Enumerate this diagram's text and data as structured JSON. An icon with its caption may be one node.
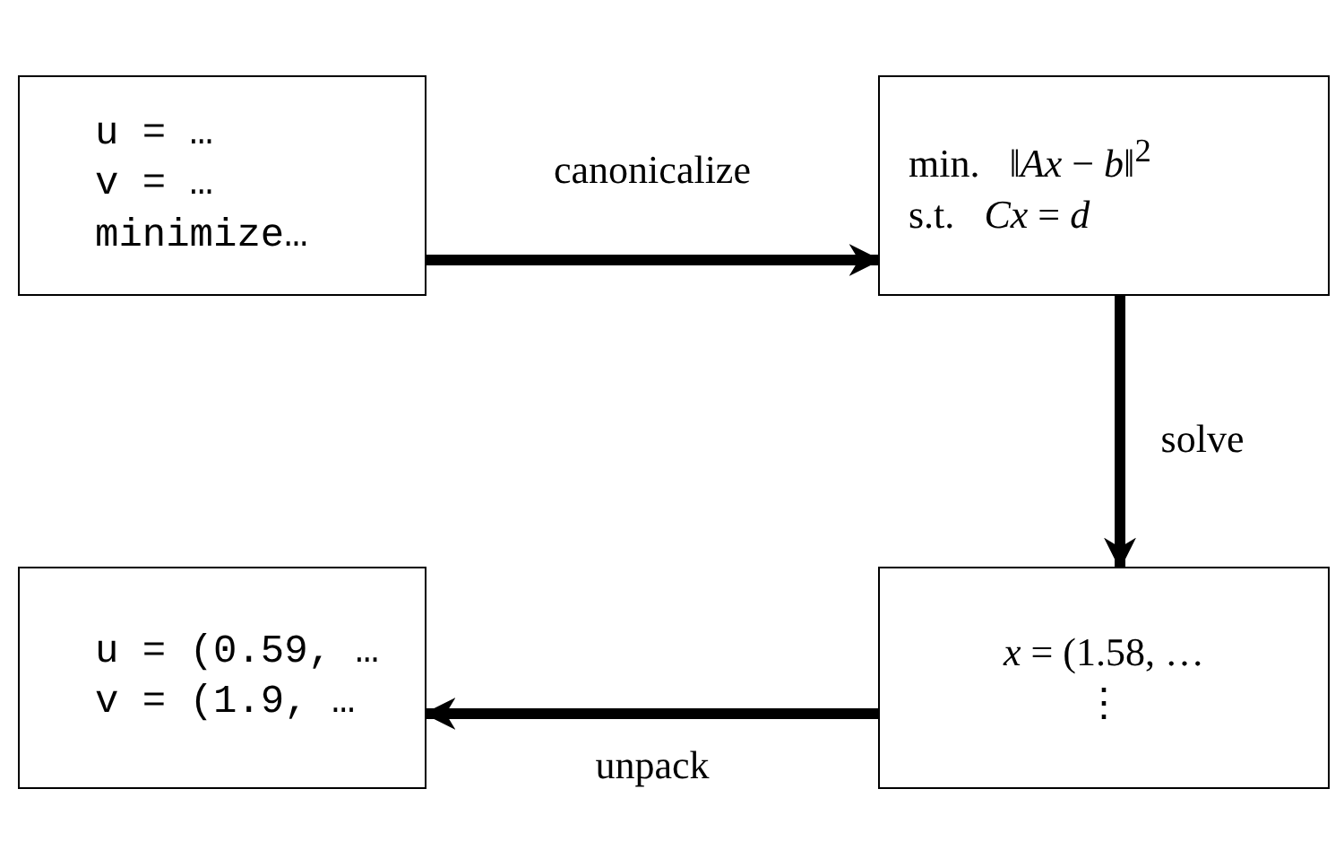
{
  "diagram": {
    "nodes": [
      {
        "text": [
          "u = …",
          "v = …",
          "minimize…"
        ]
      },
      {
        "text": [
          "min.   ‖*Ax* − *b*‖$^{2}$",
          "s.t.   *Cx* = *d*"
        ]
      },
      {
        "text": [
          "*x* = (1.58, …",
          "⋮"
        ]
      },
      {
        "text": [
          "u = (0.59, …",
          "v = (1.9, …"
        ]
      }
    ],
    "edges": [
      {
        "from": 0,
        "to": 1,
        "arrow": "to",
        "label": "canonicalize"
      },
      {
        "from": 1,
        "to": 2,
        "arrow": "to",
        "label": "solve"
      },
      {
        "from": 2,
        "to": 3,
        "arrow": "to",
        "label": "unpack"
      }
    ]
  }
}
